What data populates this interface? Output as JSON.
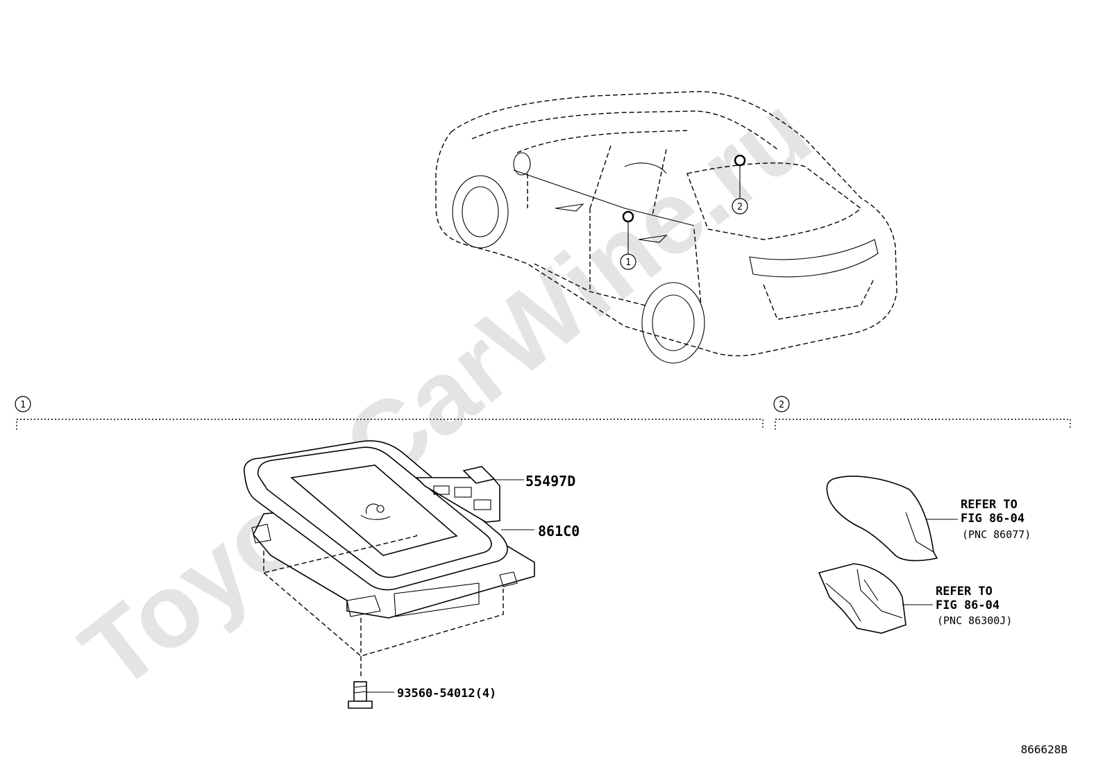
{
  "watermark": "ToyotaCarWine.ru",
  "diagram_code": "866628B",
  "callouts": {
    "one": "1",
    "two": "2"
  },
  "sections": {
    "one_label": "1",
    "two_label": "2"
  },
  "parts": {
    "bracket_label": "55497D",
    "charger_label": "861C0",
    "screw_label": "93560-54012(4)"
  },
  "references": [
    {
      "line1": "REFER TO",
      "line2": "FIG 86-04",
      "line3": "(PNC 86077)"
    },
    {
      "line1": "REFER TO",
      "line2": "FIG 86-04",
      "line3": "(PNC 86300J)"
    }
  ]
}
